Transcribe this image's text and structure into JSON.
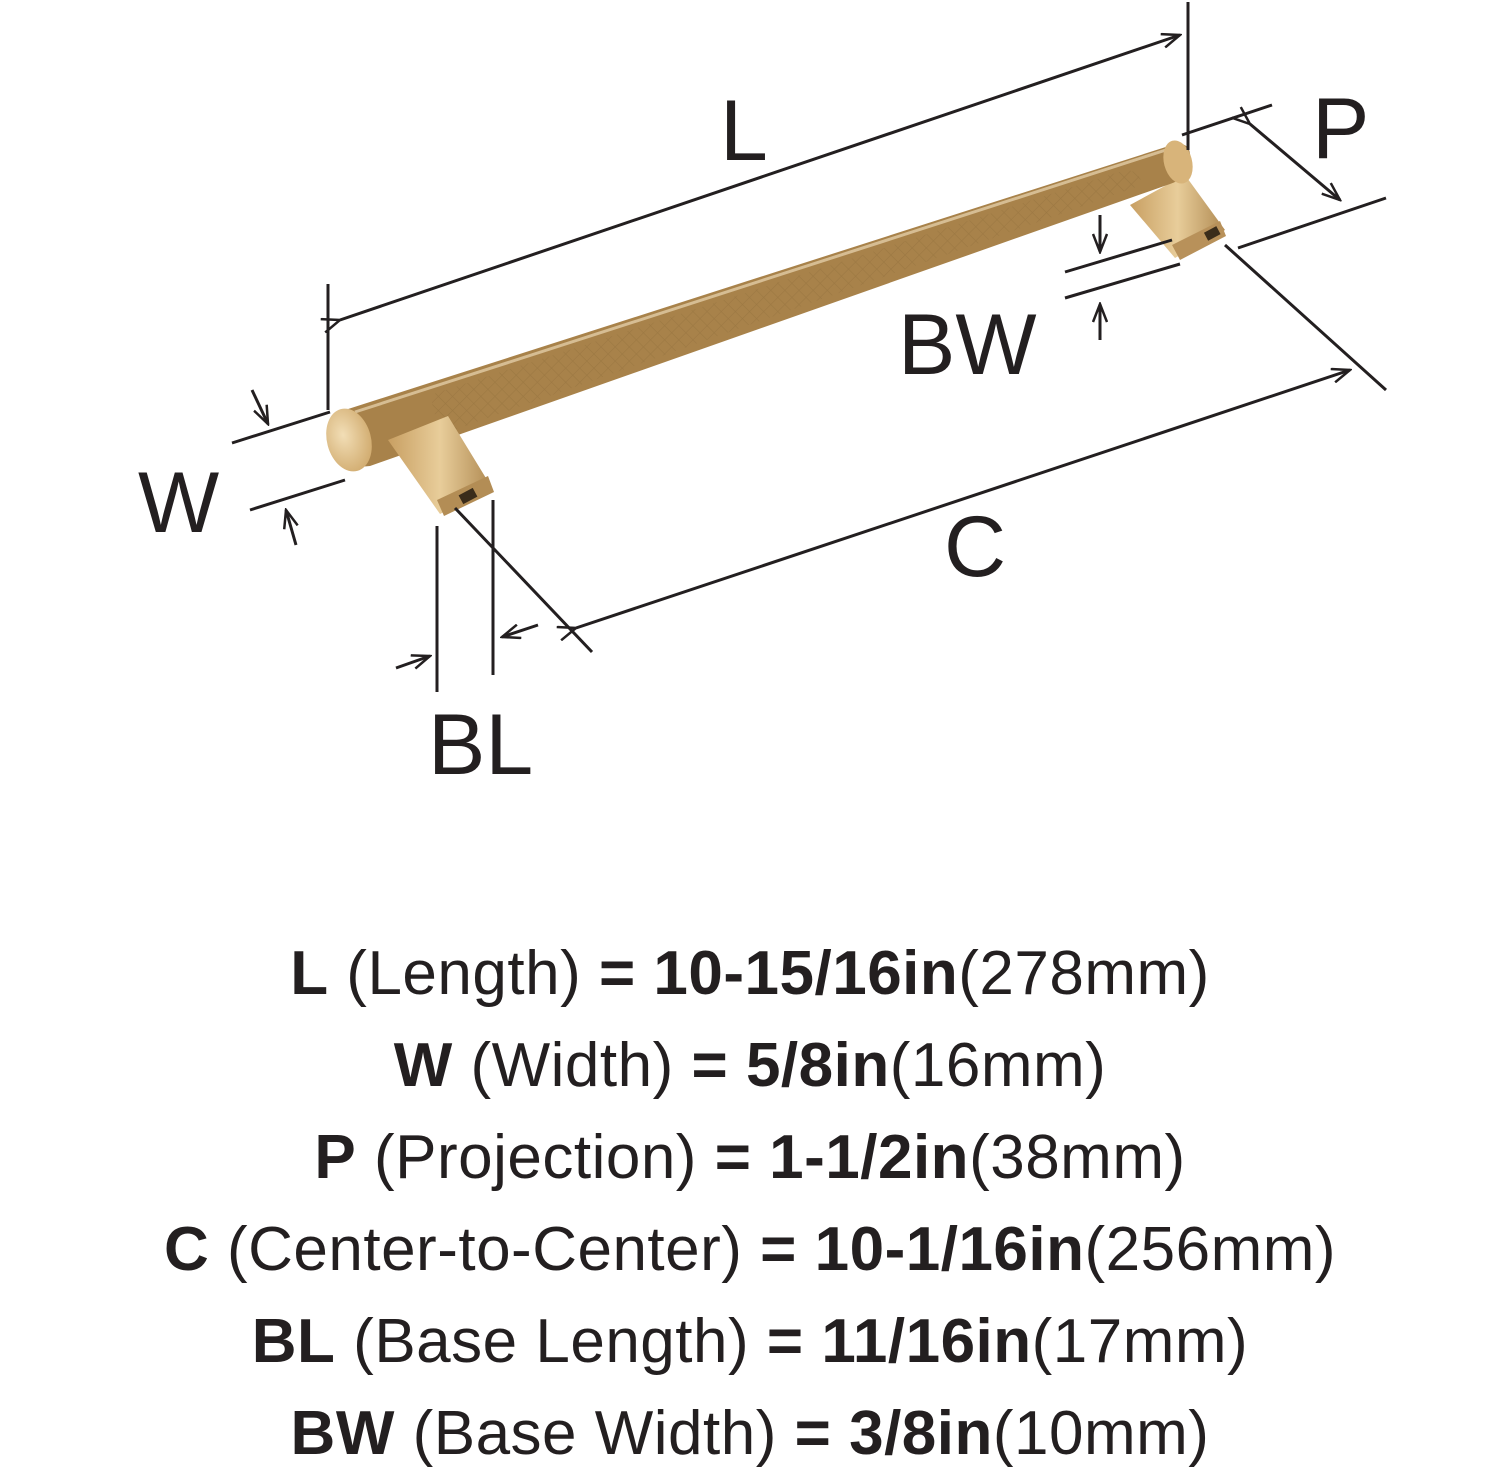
{
  "colors": {
    "ink": "#231f20",
    "brass_light": "#e9cf9e",
    "brass_mid": "#cfa86a",
    "brass_dark": "#a8824a",
    "background": "#ffffff"
  },
  "labels": {
    "L": "L",
    "P": "P",
    "BW": "BW",
    "W": "W",
    "C": "C",
    "BL": "BL"
  },
  "specs": [
    {
      "code": "L",
      "name": "(Length)",
      "eq": "=",
      "imperial": "10-15/16in",
      "metric": "(278mm)"
    },
    {
      "code": "W",
      "name": "(Width)",
      "eq": "=",
      "imperial": "5/8in",
      "metric": "(16mm)"
    },
    {
      "code": "P",
      "name": "(Projection)",
      "eq": "=",
      "imperial": "1-1/2in",
      "metric": "(38mm)"
    },
    {
      "code": "C",
      "name": "(Center-to-Center)",
      "eq": "=",
      "imperial": "10-1/16in",
      "metric": "(256mm)"
    },
    {
      "code": "BL",
      "name": "(Base Length)",
      "eq": "=",
      "imperial": "11/16in",
      "metric": "(17mm)"
    },
    {
      "code": "BW",
      "name": "(Base Width)",
      "eq": "=",
      "imperial": "3/8in",
      "metric": "(10mm)"
    }
  ]
}
